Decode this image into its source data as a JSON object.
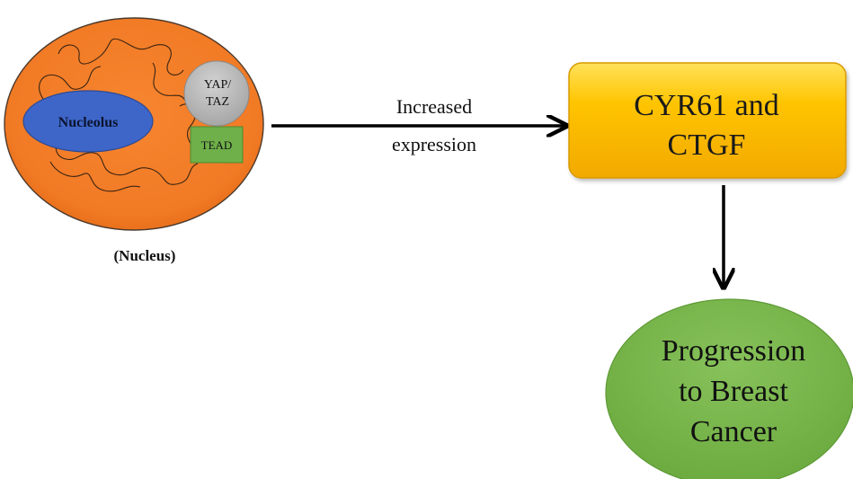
{
  "diagram": {
    "nucleus": {
      "caption": "(Nucleus)",
      "nucleolus_label": "Nucleolus",
      "yap_taz_line1": "YAP/",
      "yap_taz_line2": "TAZ",
      "tead_label": "TEAD"
    },
    "arrow_label": {
      "line1": "Increased",
      "line2": "expression"
    },
    "target_box": {
      "line1": "CYR61 and",
      "line2": "CTGF"
    },
    "outcome": {
      "line1": "Progression",
      "line2": "to Breast",
      "line3": "Cancer"
    },
    "colors": {
      "nucleus_fill": "#F47B2A",
      "nucleolus_fill": "#3A63C5",
      "yap_taz_fill": "#B4B4B4",
      "tead_fill": "#6FB04A",
      "target_box_fill": "#FFC000",
      "outcome_fill": "#77B347",
      "arrow": "#000000"
    }
  }
}
